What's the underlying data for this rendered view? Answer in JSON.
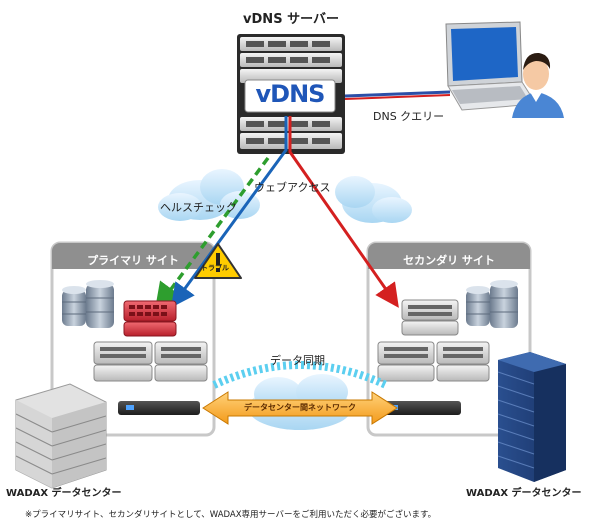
{
  "title": "vDNS サーバー",
  "vdns_logo": "vDNS",
  "labels": {
    "dns_query": "DNS クエリー",
    "web_access": "ウェブアクセス",
    "health_check": "ヘルスチェック",
    "trouble": "トラブル",
    "data_sync": "データ同期",
    "dc_network": "データセンター間ネットワーク"
  },
  "sites": {
    "primary": "プライマリ サイト",
    "secondary": "セカンダリ サイト"
  },
  "datacenters": {
    "left": "WADAX データセンター",
    "right": "WADAX データセンター"
  },
  "footnote": "※プライマリサイト、セカンダリサイトとして、WADAX専用サーバーをご利用いただく必要がございます。",
  "colors": {
    "health_check_arrow": "#2e9e2e",
    "web_access_arrow": "#1a64b8",
    "failover_arrow": "#d42020",
    "dns_query_line": "#2b4fa8",
    "site_header": "#8f8f8f",
    "network_arrow": "#f5a623"
  }
}
